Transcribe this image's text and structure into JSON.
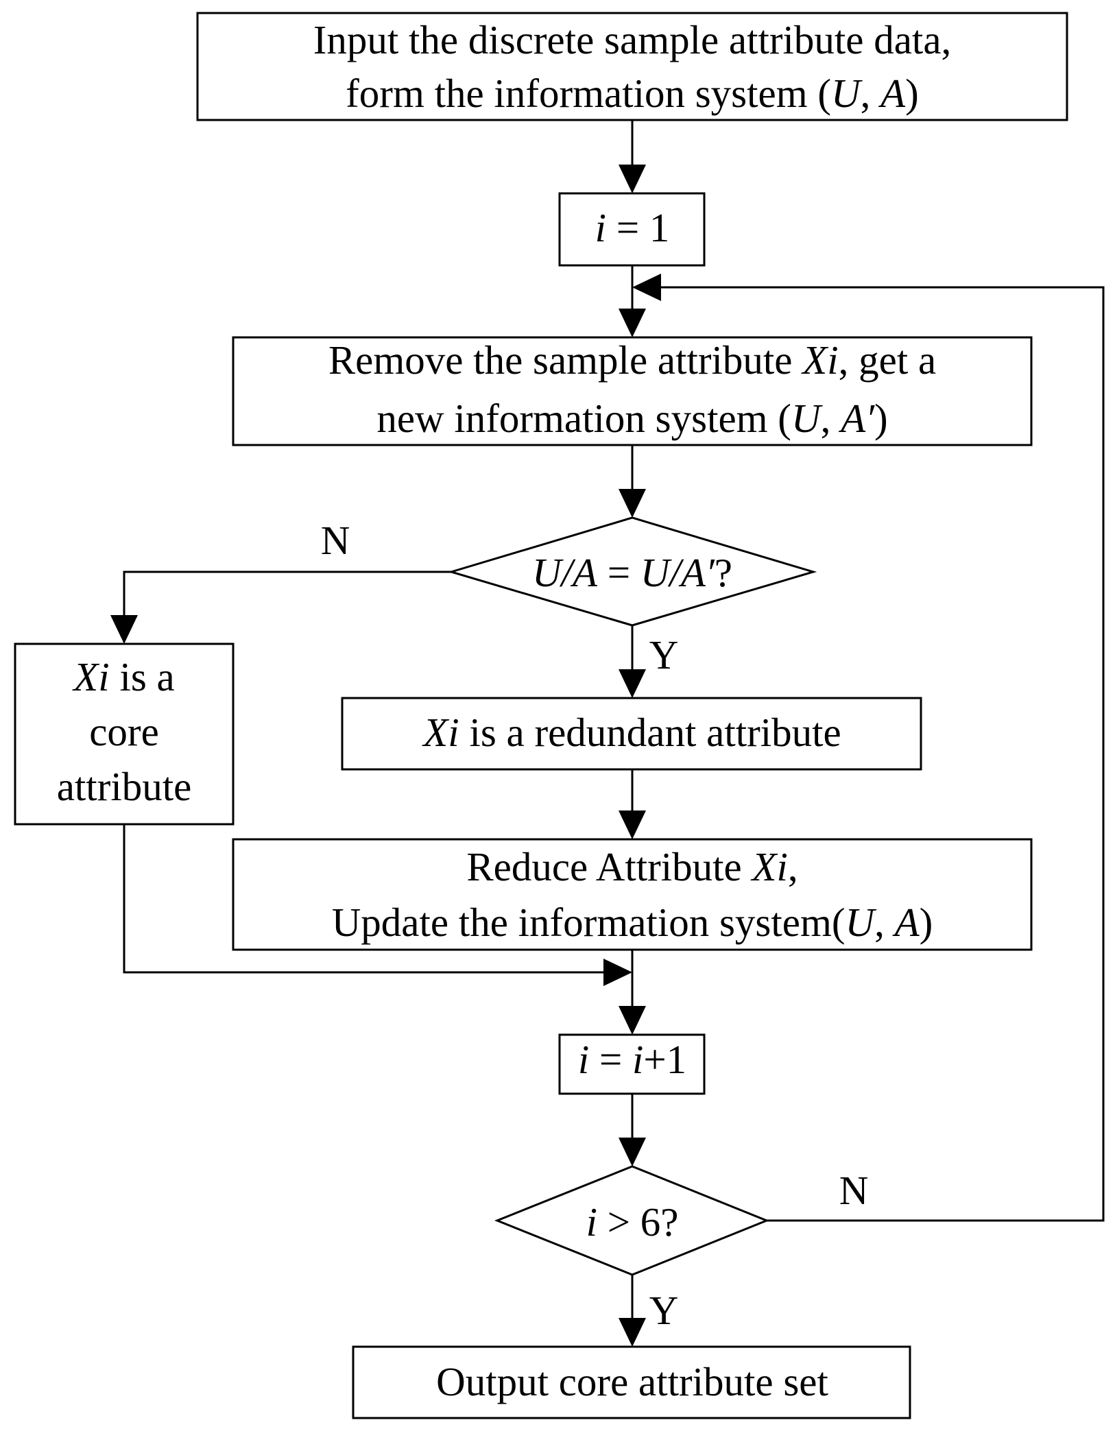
{
  "nodes": {
    "input": {
      "line1": "Input the discrete sample attribute data,",
      "line2": {
        "a": "form the information system (",
        "b": "U",
        "c": ", ",
        "d": "A",
        "e": ")"
      }
    },
    "init_i": {
      "a": "i",
      "b": " = 1"
    },
    "remove": {
      "line1": {
        "a": "Remove the sample attribute ",
        "b": "Xi",
        "c": ", get a"
      },
      "line2": {
        "a": "new information system (",
        "b": "U",
        "c": ", ",
        "d": "A′",
        "e": ")"
      }
    },
    "compare": {
      "a": "U/A",
      "b": " = ",
      "c": "U/A′",
      "d": "?"
    },
    "core": {
      "line1": {
        "a": "Xi",
        "b": " is a"
      },
      "line2": "core",
      "line3": "attribute"
    },
    "redundant": {
      "a": "Xi",
      "b": " is a redundant attribute"
    },
    "reduce": {
      "line1": {
        "a": "Reduce Attribute ",
        "b": "Xi",
        "c": ","
      },
      "line2": {
        "a": "Update the information system(",
        "b": "U",
        "c": ", ",
        "d": "A",
        "e": ")"
      }
    },
    "increment": {
      "a": "i",
      "b": " = ",
      "c": "i",
      "d": "+1"
    },
    "check": {
      "a": "i",
      "b": " > 6?"
    },
    "output": "Output core attribute set"
  },
  "edge_labels": {
    "compare_no": "N",
    "compare_yes": "Y",
    "check_no": "N",
    "check_yes": "Y"
  }
}
